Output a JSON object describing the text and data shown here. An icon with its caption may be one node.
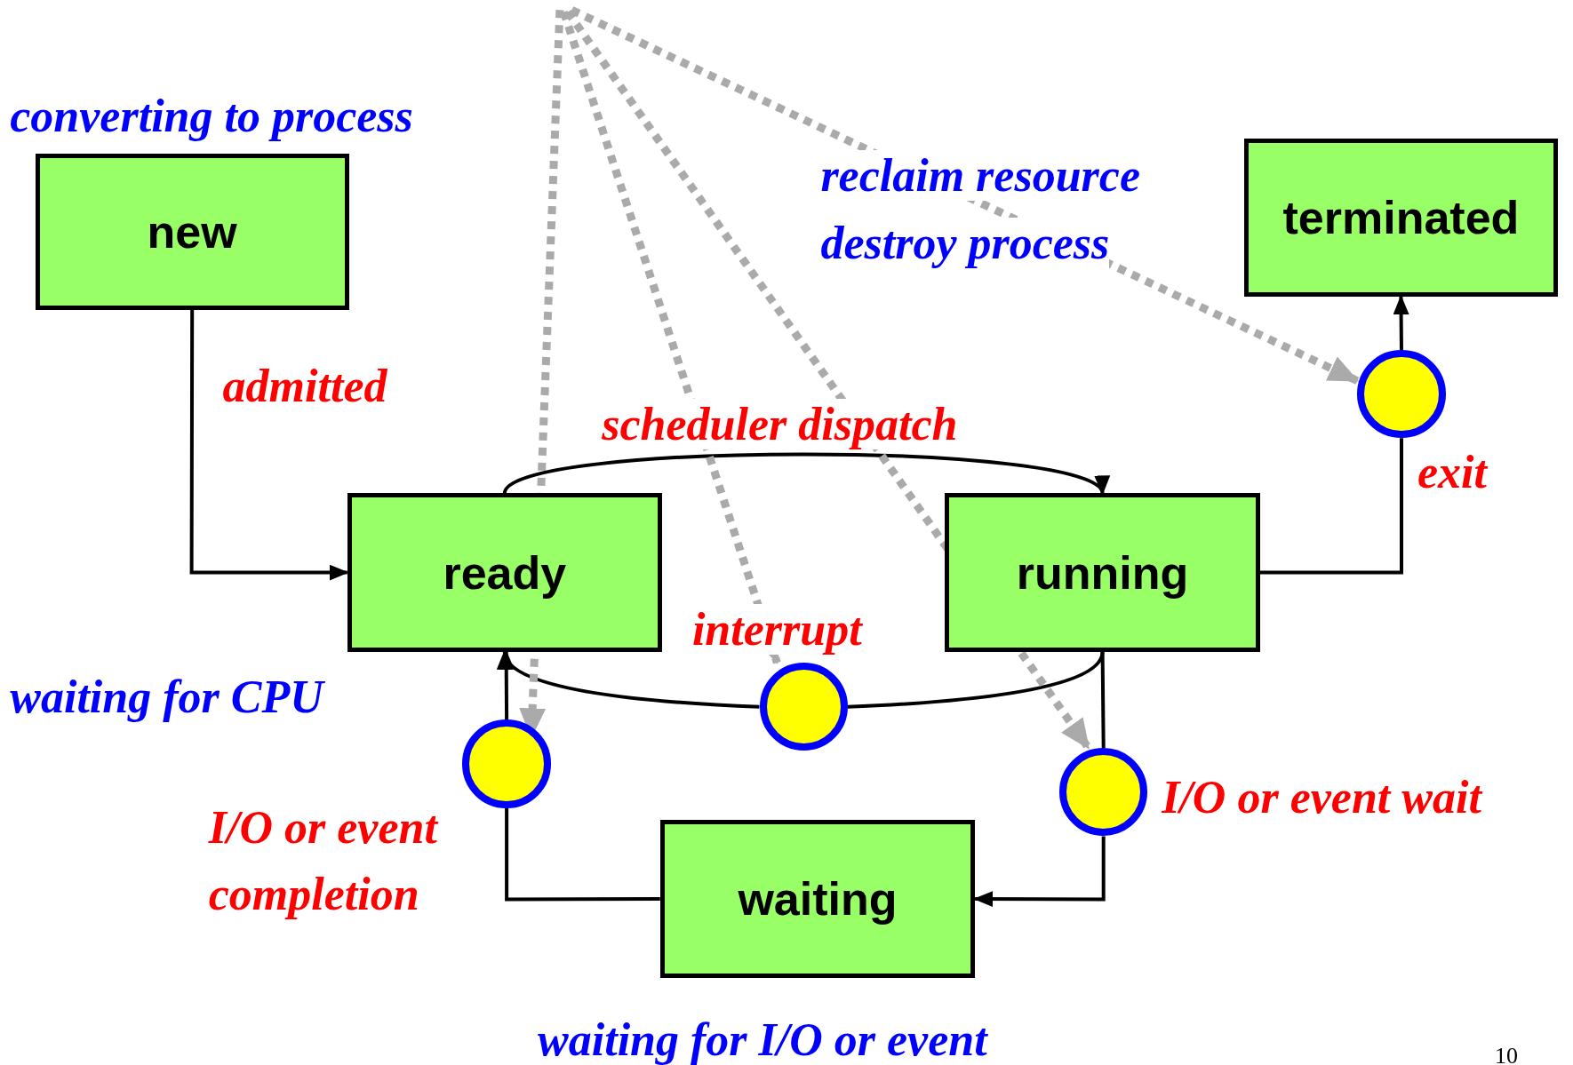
{
  "diagram": {
    "nodes": [
      {
        "text": [
          "new"
        ],
        "beside": [
          "converting to process"
        ]
      },
      {
        "text": [
          "ready"
        ],
        "beside": [
          "waiting for CPU"
        ]
      },
      {
        "text": [
          "running"
        ]
      },
      {
        "text": [
          "waiting"
        ],
        "beside": [
          "waiting for I/O or event"
        ]
      },
      {
        "text": [
          "terminated"
        ],
        "beside": [
          "reclaim resource destroy process"
        ]
      },
      {
        "text": [],
        "shape": "circle"
      },
      {
        "text": [],
        "shape": "circle"
      },
      {
        "text": [],
        "shape": "circle"
      },
      {
        "text": [],
        "shape": "circle"
      }
    ],
    "edges": [
      {
        "from": 0,
        "to": 1,
        "arrow": "to",
        "label": "admitted"
      },
      {
        "from": 1,
        "to": 2,
        "arrow": "to",
        "label": "scheduler dispatch"
      },
      {
        "from": 2,
        "to": 6,
        "arrow": "none"
      },
      {
        "from": 6,
        "to": 1,
        "arrow": "to",
        "label": "interrupt"
      },
      {
        "from": 2,
        "to": 8,
        "arrow": "none",
        "label": "I/O or event wait"
      },
      {
        "from": 8,
        "to": 3,
        "arrow": "to"
      },
      {
        "from": 3,
        "to": 7,
        "arrow": "none"
      },
      {
        "from": 7,
        "to": 1,
        "arrow": "to",
        "label": "I/O or event completion"
      },
      {
        "from": 2,
        "to": 5,
        "arrow": "none",
        "label": "exit"
      },
      {
        "from": 5,
        "to": 4,
        "arrow": "to"
      },
      {
        "from": null,
        "to": 7,
        "arrow": "to",
        "style": "dashed",
        "color": "#aaaaaa"
      },
      {
        "from": null,
        "to": 6,
        "arrow": "to",
        "style": "dashed",
        "color": "#aaaaaa"
      },
      {
        "from": null,
        "to": 8,
        "arrow": "to",
        "style": "dashed",
        "color": "#aaaaaa"
      },
      {
        "from": null,
        "to": 5,
        "arrow": "to",
        "style": "dashed",
        "color": "#aaaaaa"
      }
    ],
    "labels": [
      "10"
    ]
  }
}
